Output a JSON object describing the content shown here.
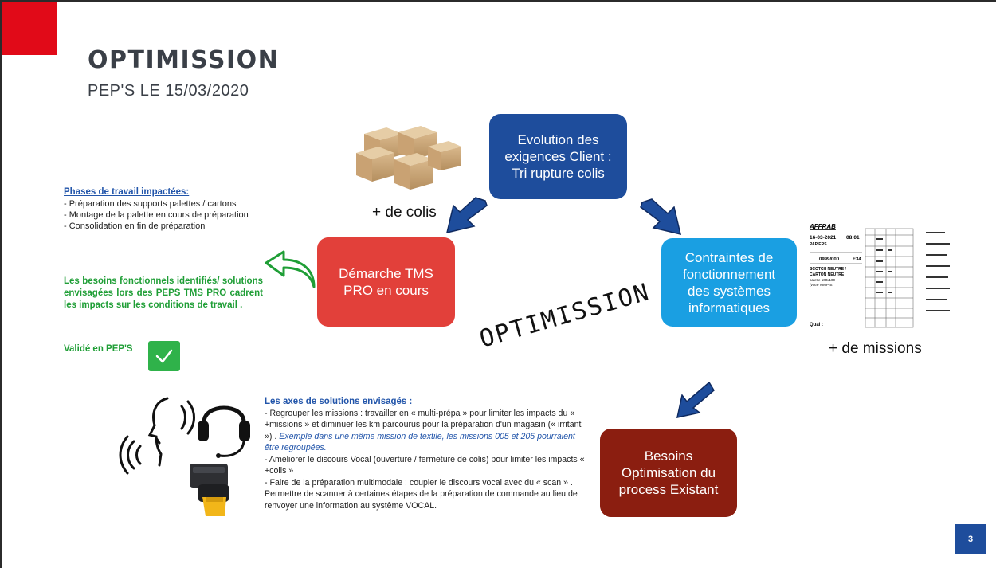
{
  "slide": {
    "title": "OPTIMISSION",
    "subtitle": "PEP'S LE 15/03/2020",
    "page_number": "3"
  },
  "boxes": {
    "evolution": "Evolution des\nexigences Client :\nTri rupture colis",
    "demarche": "Démarche TMS\nPRO en cours",
    "contraintes": "Contraintes de\nfonctionnement\ndes systèmes\ninformatiques",
    "besoins": "Besoins\nOptimisation du\nprocess Existant"
  },
  "captions": {
    "colis": "+ de colis",
    "missions": "+ de missions",
    "watermark": "OPTIMISSION"
  },
  "phases": {
    "heading": "Phases de travail impactées:",
    "items": [
      "- Préparation des supports palettes / cartons",
      "- Montage de la palette en cours de préparation",
      "- Consolidation en fin de préparation"
    ]
  },
  "green_note": "Les besoins fonctionnels identifiés/ solutions envisagées lors des PEPS TMS PRO cadrent les impacts sur les conditions de travail .",
  "validated": "Validé en PEP'S",
  "axes": {
    "heading": "Les axes de solutions envisagés :",
    "p1": "- Regrouper les missions : travailler en « multi-prépa » pour limiter les impacts du  « +missions » et diminuer les km parcourus pour la préparation d'un magasin (« irritant ») .",
    "p1_example": "Exemple dans une même mission de textile, les missions 005 et 205 pourraient être regroupées.",
    "p2": "- Améliorer le discours Vocal (ouverture / fermeture de colis) pour limiter les impacts « +colis »",
    "p3": "- Faire de la préparation multimodale : coupler le discours vocal avec du « scan » . Permettre de scanner à certaines étapes de la préparation de commande au lieu de renvoyer une information au système VOCAL."
  },
  "document_thumb": {
    "header": "AFFRAB",
    "date": "16-03-2021",
    "time": "08:01",
    "line1": "PAPIERS",
    "code": "0999/000",
    "code2": "E34",
    "lines": [
      "SCOTCH NEUTRE /",
      "CARTON NEUTRE",
      "palette 100x100",
      "(votre NIMP)S"
    ],
    "footer": "Quai :"
  },
  "colors": {
    "red_corner": "#e10a18",
    "evolution": "#1e4d9c",
    "demarche": "#e2403a",
    "contraintes": "#1a9fe2",
    "besoins": "#8b1e10",
    "green": "#1f9e36",
    "arrow_fill": "#1e4d9c"
  },
  "icons": [
    "boxes-stack-icon",
    "document-thumbnail-icon",
    "curved-arrow-left-icon",
    "check-icon",
    "voice-headset-icon",
    "ring-scanner-icon",
    "arrow-down-left-icon",
    "arrow-down-right-icon"
  ]
}
